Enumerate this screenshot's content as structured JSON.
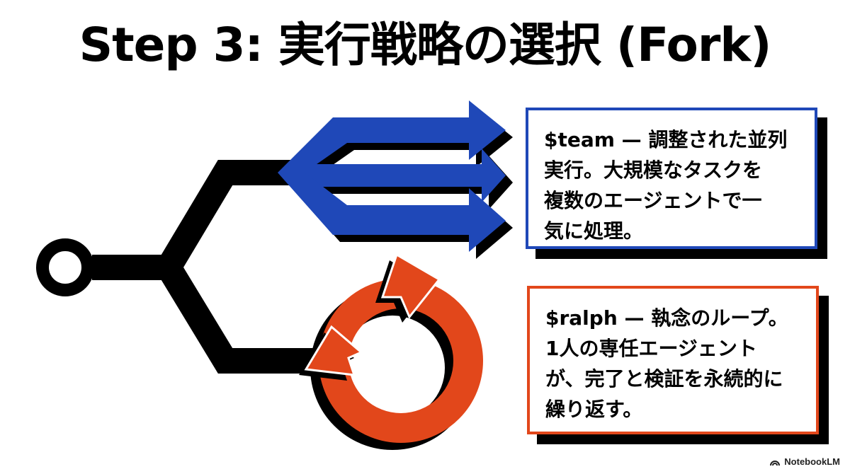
{
  "title": "Step 3: 実行戦略の選択 (Fork)",
  "team_card": {
    "lines": [
      "$team — 調整された並列",
      "実行。大規模なタスクを",
      "複数のエージェントで一",
      "気に処理。"
    ]
  },
  "ralph_card": {
    "lines": [
      "$ralph — 執念のループ。",
      "1人の専任エージェント",
      "が、完了と検証を永続的に",
      "繰り返す。"
    ]
  },
  "branding": {
    "label": "NotebookLM",
    "icon": "notebooklm-logo-icon"
  },
  "colors": {
    "blue": "#1f48b8",
    "orange": "#e2471b",
    "black": "#000000"
  }
}
